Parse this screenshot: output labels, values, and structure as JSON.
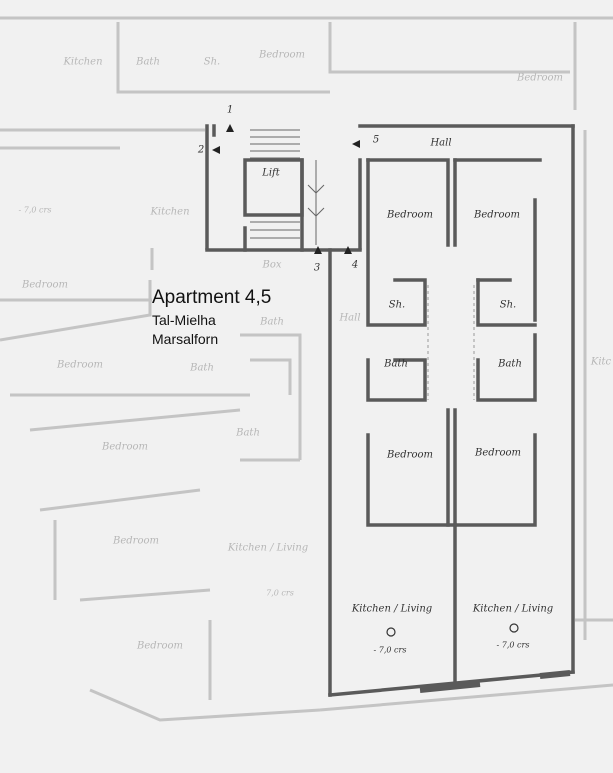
{
  "title": "Apartment 4,5",
  "locality": "Tal-Mielha",
  "town": "Marsalforn",
  "labels": {
    "bedroom": "Bedroom",
    "bath": "Bath",
    "shower": "Sh.",
    "kitchen": "Kitchen",
    "kitchen_living": "Kitchen  /  Living",
    "hall": "Hall",
    "lift": "Lift",
    "box": "Box",
    "level": "- 7,0 crs",
    "level_faint": "7,0 crs",
    "level_left": "- 7,0 crs",
    "num_1": "1",
    "num_2": "2",
    "num_3": "3",
    "num_4": "4",
    "num_5": "5",
    "kitchen_partial": "Kitc"
  },
  "colors": {
    "wall": "#5a5a5a",
    "faint_wall": "#bdbdbd",
    "background": "#f1f1f1"
  }
}
